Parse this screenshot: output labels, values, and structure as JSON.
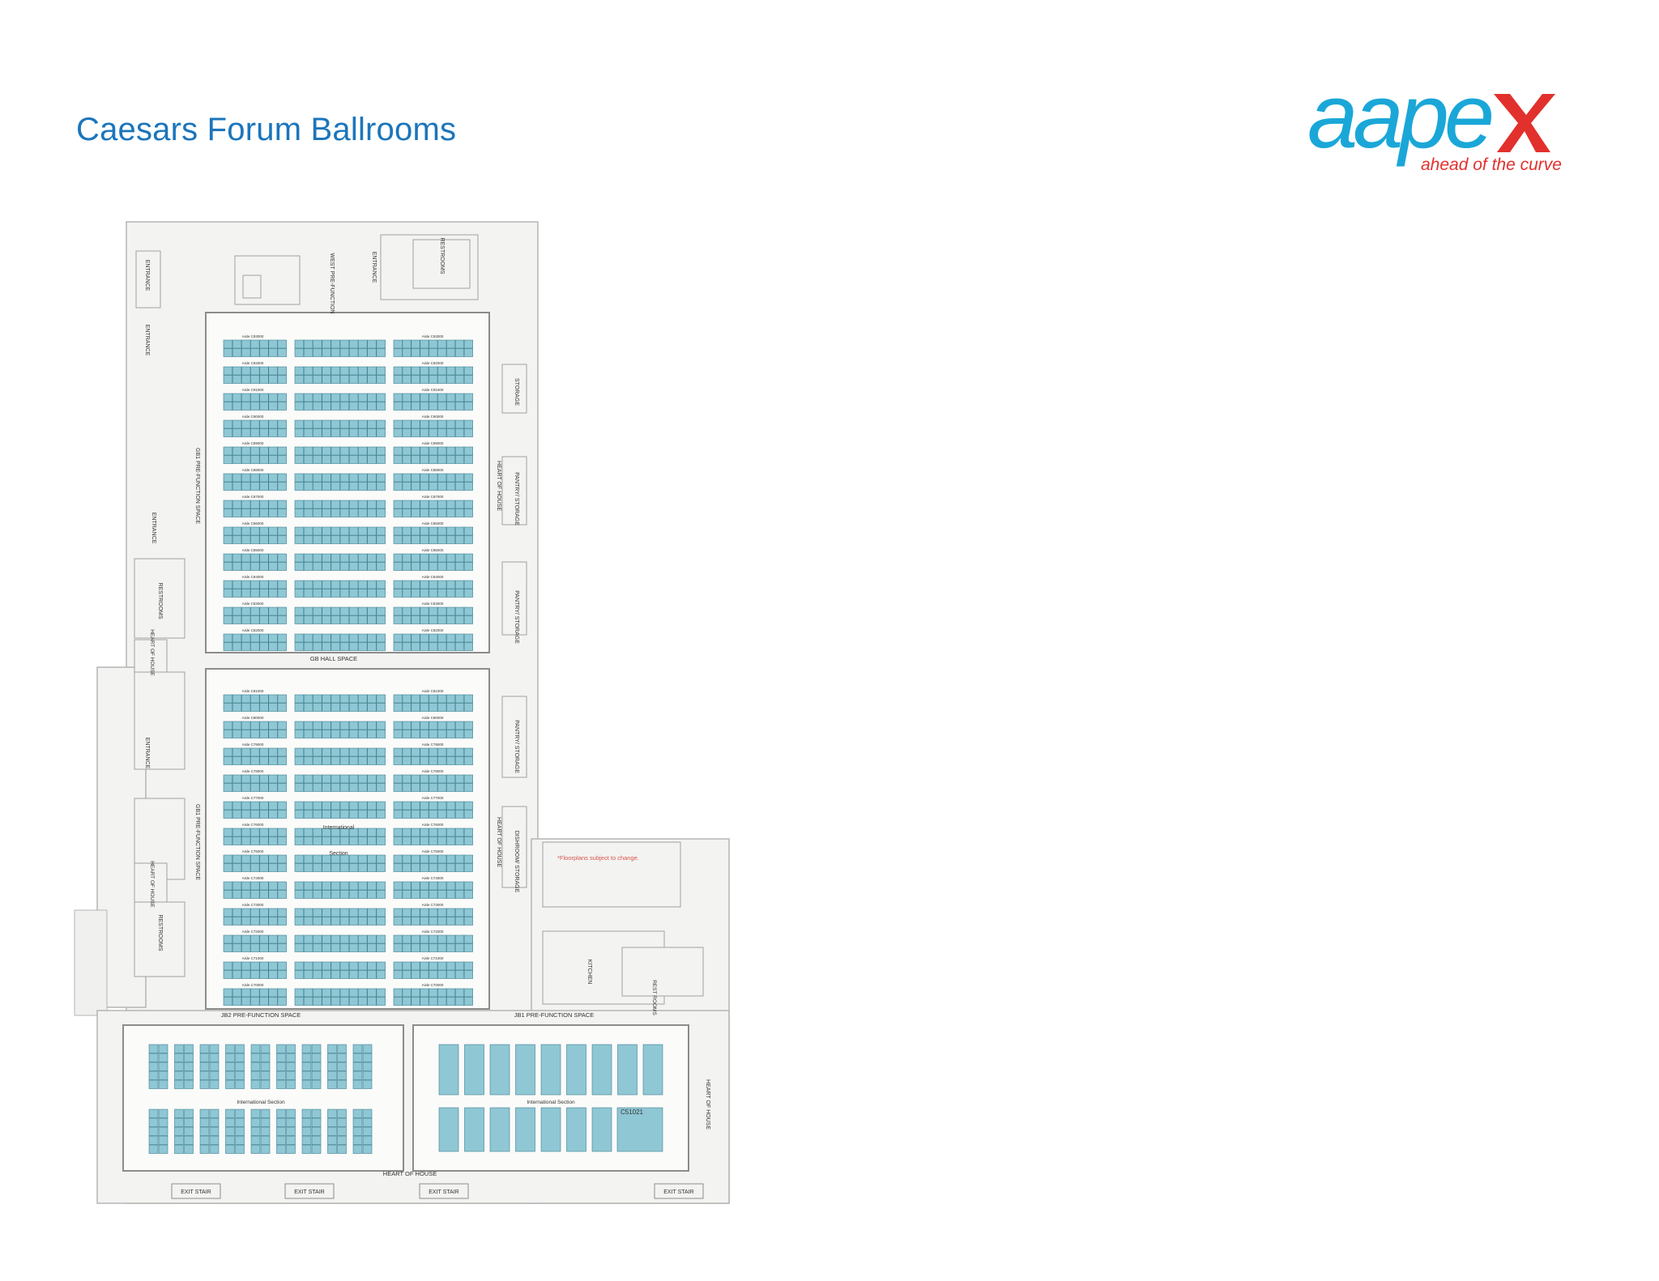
{
  "header": {
    "title": "Caesars Forum Ballrooms"
  },
  "logo": {
    "wordmark": "aapex",
    "tagline": "ahead of the curve",
    "colors": {
      "word": "#1aa7d8",
      "x": "#e2302c",
      "tagline": "#e2302c"
    }
  },
  "floorplan": {
    "note": "*Floorplans subject to change.",
    "booth_label": "C51021",
    "section_labels": {
      "upper_international": "International",
      "upper_section": "Section",
      "lower_left": "International Section",
      "lower_right": "International Section"
    },
    "spaces": {
      "gb_hall": "GB HALL SPACE",
      "jb2": "JB2 PRE-FUNCTION SPACE",
      "jb1": "JB1 PRE-FUNCTION SPACE",
      "heart_bottom": "HEART OF HOUSE",
      "gb_prefunction": "GB1 PRE-FUNCTION SPACE",
      "west_prefunction": "WEST PRE-FUNCTION",
      "heart_right": "HEART OF HOUSE",
      "heart_far_right": "HEART OF HOUSE",
      "storage": "STORAGE",
      "pantry1": "PANTRY/ STORAGE",
      "pantry2": "PANTRY/ STORAGE",
      "pantry3": "PANTRY/ STORAGE",
      "dishroom": "DISHROOM/ STORAGE",
      "kitchen": "KITCHEN",
      "restrooms_top": "RESTROOMS",
      "restrooms_mid": "RESTROOMS",
      "restrooms_low": "RESTROOMS",
      "entrance": "ENTRANCE",
      "heart_small": "HEART OF HOUSE",
      "restroom_small": "REST ROOMS"
    },
    "exit_stairs": [
      "EXIT STAIR",
      "EXIT STAIR",
      "EXIT STAIR",
      "EXIT STAIR"
    ],
    "aisles_upper": [
      "Aisle C93000",
      "Aisle C92000",
      "Aisle C91000",
      "Aisle C90000",
      "Aisle C89000",
      "Aisle C88000",
      "Aisle C87000",
      "Aisle C86000",
      "Aisle C85000",
      "Aisle C84000",
      "Aisle C83000",
      "Aisle C82000"
    ],
    "aisles_lower": [
      "Aisle C81000",
      "Aisle C80000",
      "Aisle C79000",
      "Aisle C78000",
      "Aisle C77000",
      "Aisle C76000",
      "Aisle C75000",
      "Aisle C74000",
      "Aisle C73000",
      "Aisle C72000",
      "Aisle C71000",
      "Aisle C70000"
    ],
    "colors": {
      "booth": "#8fc7d4",
      "booth_stroke": "#3d7f90",
      "wall": "#9a9a9a",
      "floor": "#f3f3f1",
      "red_marker": "#d9534f"
    }
  }
}
